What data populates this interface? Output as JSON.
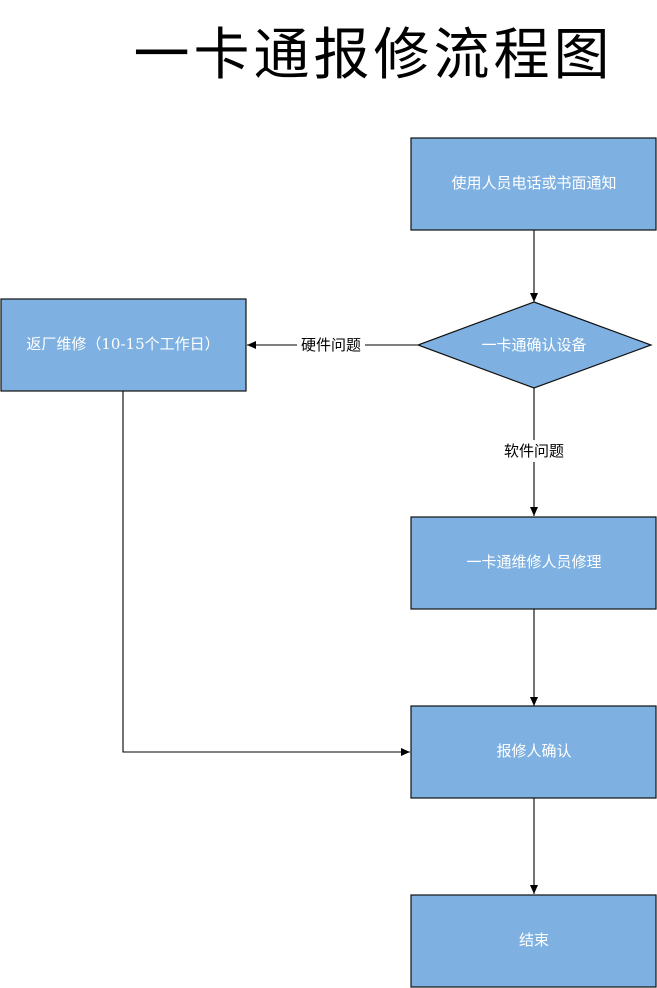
{
  "title": "一卡通报修流程图",
  "nodes": {
    "notify": "使用人员电话或书面通知",
    "confirm_device": "一卡通确认设备",
    "return_factory": "返厂维修（10-15个工作日）",
    "staff_repair": "一卡通维修人员修理",
    "reporter_confirm": "报修人确认",
    "end": "结束"
  },
  "edges": {
    "hardware": "硬件问题",
    "software": "软件问题"
  },
  "colors": {
    "node_fill": "#7eb1e1",
    "node_text": "#ffffff",
    "stroke": "#000000"
  }
}
